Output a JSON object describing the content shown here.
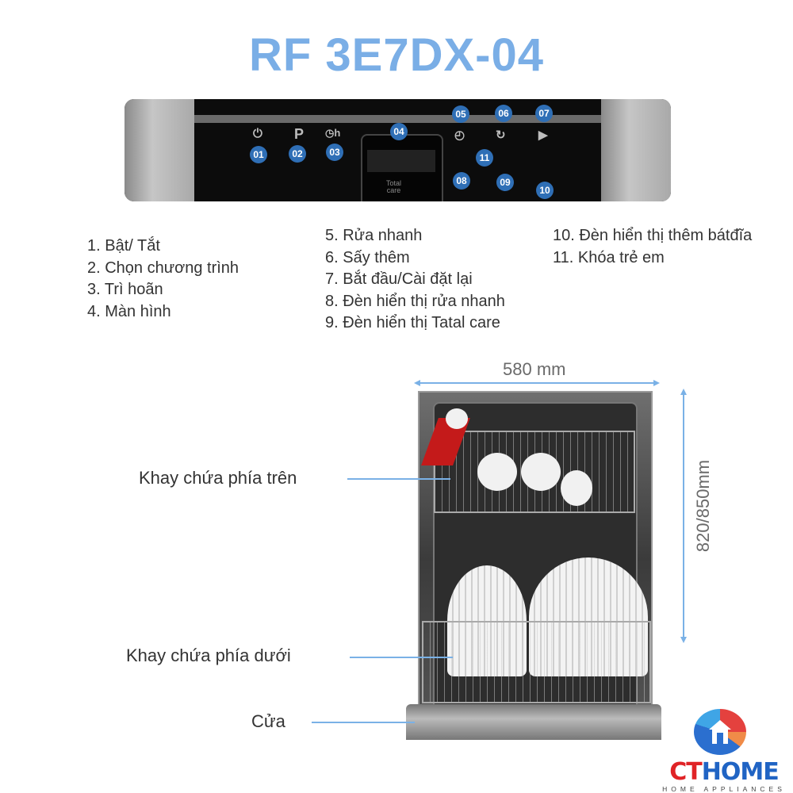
{
  "title": "RF 3E7DX-04",
  "panel": {
    "icons": {
      "power": "power-icon",
      "program": "P",
      "delay": "delay-clock-icon",
      "quick_wash": "quick-wash-icon",
      "extra_dry": "extra-dry-icon",
      "start": "start-reset-icon"
    },
    "display_text_line1": "Total",
    "display_text_line2": "care",
    "badges": [
      "01",
      "02",
      "03",
      "04",
      "05",
      "06",
      "07",
      "08",
      "09",
      "10",
      "11"
    ]
  },
  "legend": {
    "col1": [
      "1. Bật/ Tắt",
      "2. Chọn chương trình",
      "3. Trì hoãn",
      "4. Màn hình"
    ],
    "col2": [
      "5. Rửa nhanh",
      "6. Sấy thêm",
      "7. Bắt đầu/Cài đặt lại",
      "8. Đèn hiển thị rửa nhanh",
      "9. Đèn hiển thị Tatal care"
    ],
    "col3": [
      "10. Đèn hiển thị thêm bátđĩa",
      "11. Khóa trẻ em"
    ]
  },
  "dimensions": {
    "width": "580 mm",
    "height": "820/850mm"
  },
  "callouts": {
    "upper_rack": "Khay chứa phía trên",
    "lower_rack": "Khay chứa phía dưới",
    "door": "Cửa"
  },
  "logo": {
    "brand_ct": "CT",
    "brand_home": "HOME",
    "tagline": "HOME APPLIANCES"
  },
  "colors": {
    "title": "#7aaee6",
    "badge": "#2f6fb6",
    "dimension_line": "#7ab1e6",
    "brand_red": "#e02326",
    "brand_blue": "#2064c4"
  }
}
